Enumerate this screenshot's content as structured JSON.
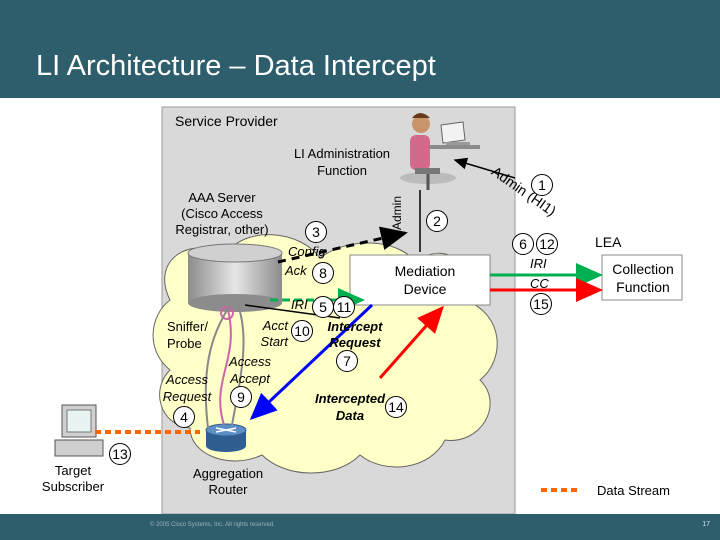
{
  "slide": {
    "title": "LI Architecture – Data Intercept",
    "copyright": "© 2005 Cisco Systems, Inc. All rights reserved.",
    "page_number": "17"
  },
  "colors": {
    "header_bg": "#2e5d6b",
    "provider_box": "#d9d9d9",
    "cloud": "#ffffc8",
    "hi1_arrow": "#000000",
    "iri_arrow": "#00b050",
    "cc_arrow": "#ff0000",
    "config_arrow": "#000000",
    "intercept_request_arrow": "#0000ff",
    "data_stream": "#ff6600"
  },
  "diagram": {
    "service_provider": "Service Provider",
    "li_admin": "LI Administration\nFunction",
    "admin_vertical": "Admin",
    "admin_hi1": "Admin (HI1)",
    "aaa_server": "AAA Server\n(Cisco Access\nRegistrar, other)",
    "config": "Config",
    "ack": "Ack",
    "mediation_device": "Mediation\nDevice",
    "iri_left": "IRI",
    "acct_start": "Acct\nStart",
    "intercept_request": "Intercept\nRequest",
    "sniffer_probe": "Sniffer/\nProbe",
    "access_accept": "Access\nAccept",
    "access_request": "Access\nRequest",
    "intercepted_data": "Intercepted\nData",
    "target_subscriber": "Target\nSubscriber",
    "aggregation_router": "Aggregation\nRouter",
    "lea": "LEA",
    "iri_right": "IRI",
    "cc": "CC",
    "collection_function": "Collection\nFunction",
    "data_stream_legend": "Data Stream",
    "numbers": {
      "n1": "1",
      "n2": "2",
      "n3": "3",
      "n4": "4",
      "n5": "5",
      "n6": "6",
      "n7": "7",
      "n8": "8",
      "n9": "9",
      "n10": "10",
      "n11": "11",
      "n12": "12",
      "n13": "13",
      "n14": "14",
      "n15": "15"
    }
  }
}
